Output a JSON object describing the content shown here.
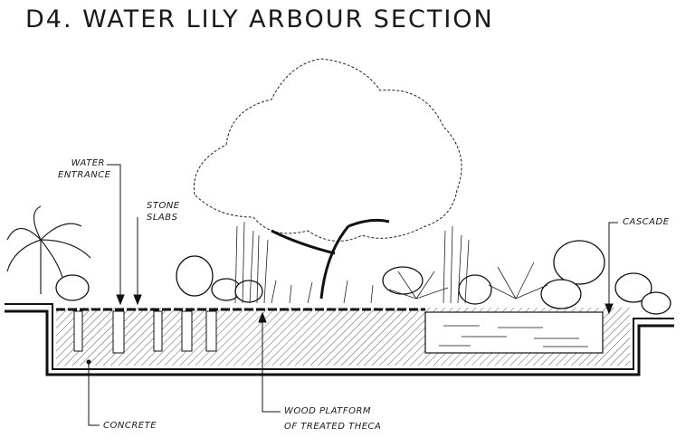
{
  "title": "D4. WATER LILY ARBOUR SECTION",
  "labels": {
    "water_entrance": [
      "WATER",
      "ENTRANCE"
    ],
    "stone_slabs": [
      "STONE",
      "SLABS"
    ],
    "cascade": "CASCADE",
    "wood_platform": [
      "WOOD PLATFORM",
      "OF TREATED THECA"
    ],
    "concrete": "CONCRETE"
  }
}
